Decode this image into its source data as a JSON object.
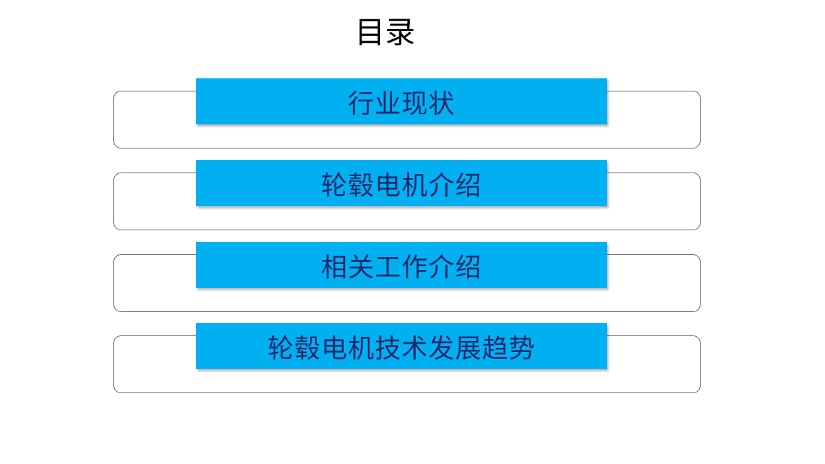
{
  "page": {
    "title": "目录"
  },
  "toc": {
    "items": [
      {
        "label": "行业现状"
      },
      {
        "label": "轮毂电机介绍"
      },
      {
        "label": "相关工作介绍"
      },
      {
        "label": "轮毂电机技术发展趋势"
      }
    ]
  },
  "colors": {
    "banner_fill": "#00b0f0",
    "banner_text": "#1f2a6e",
    "frame_border": "#5a5a5a",
    "title_text": "#000000",
    "background": "#ffffff"
  }
}
